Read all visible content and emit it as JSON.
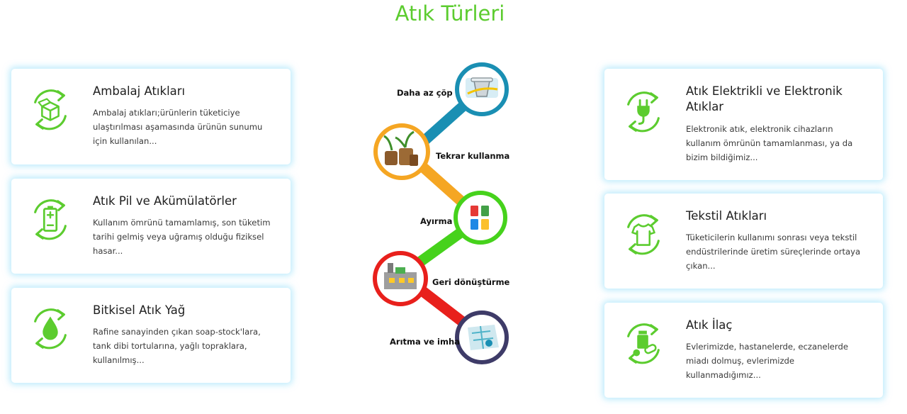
{
  "page": {
    "title": "Atık Türleri"
  },
  "colors": {
    "accent_green": "#5ccc2f",
    "card_glow": "#8cdcfa",
    "step_blue": "#1a8fb3",
    "step_orange": "#f5a623",
    "step_green": "#46d21c",
    "step_red": "#e8201c",
    "step_navy": "#3e3b68"
  },
  "cards": {
    "ambalaj": {
      "title": "Ambalaj Atıkları",
      "description": "Ambalaj atıkları;ürünlerin tüketiciye ulaştırılması aşamasında ürünün sunumu için kullanılan...",
      "icon": "box-recycle-icon"
    },
    "pil": {
      "title": "Atık Pil ve Akümülatörler",
      "description": "Kullanım ömrünü tamamlamış, son tüketim tarihi gelmiş veya uğramış olduğu fiziksel hasar...",
      "icon": "battery-recycle-icon"
    },
    "yag": {
      "title": "Bitkisel Atık Yağ",
      "description": "Rafine sanayinden çıkan soap-stock'lara, tank dibi tortularına, yağlı topraklara, kullanılmış...",
      "icon": "oil-drop-recycle-icon"
    },
    "elektrik": {
      "title": "Atık Elektrikli ve Elektronik Atıklar",
      "description": "Elektronik atık, elektronik cihazların kullanım ömrünün tamamlanması, ya da bizim bildiğimiz...",
      "icon": "plug-recycle-icon"
    },
    "tekstil": {
      "title": "Tekstil Atıkları",
      "description": "Tüketicilerin kullanımı sonrası veya tekstil endüstrilerinde üretim süreçlerinde ortaya çıkan...",
      "icon": "tshirt-recycle-icon"
    },
    "ilac": {
      "title": "Atık İlaç",
      "description": "Evlerimizde, hastanelerde, eczanelerde miadı dolmuş, evlerimizde kullanmadığımız...",
      "icon": "medicine-recycle-icon"
    }
  },
  "diagram": {
    "steps": [
      {
        "label": "Daha az çöp",
        "icon": "trash-bin-icon"
      },
      {
        "label": "Tekrar kullanma",
        "icon": "reuse-pots-icon"
      },
      {
        "label": "Ayırma",
        "icon": "recycling-bins-icon"
      },
      {
        "label": "Geri dönüştürme",
        "icon": "recycling-factory-icon"
      },
      {
        "label": "Arıtma ve imha",
        "icon": "treatment-map-icon"
      }
    ]
  }
}
